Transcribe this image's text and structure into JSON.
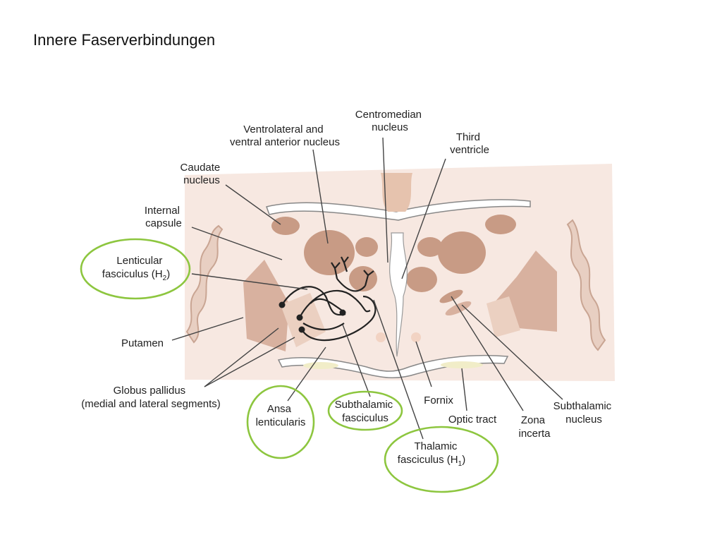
{
  "title": "Innere Faserverbindungen",
  "colors": {
    "tissue_light": "#f7e8e1",
    "tissue_mid": "#e6c3ae",
    "tissue_dark": "#c89b85",
    "ventricle": "#ffffff",
    "optic": "#f1edc8",
    "highlight": "#8dc63f",
    "line": "#333333"
  },
  "labels": {
    "ventrolateral": [
      "Ventrolateral and",
      "ventral anterior nucleus"
    ],
    "centromedian": [
      "Centromedian",
      "nucleus"
    ],
    "third_ventricle": [
      "Third",
      "ventricle"
    ],
    "caudate": [
      "Caudate",
      "nucleus"
    ],
    "internal_capsule": [
      "Internal",
      "capsule"
    ],
    "lenticular_fasciculus": [
      "Lenticular",
      "fasciculus (H",
      "2",
      ")"
    ],
    "putamen": "Putamen",
    "globus_pallidus": [
      "Globus pallidus",
      "(medial and lateral segments)"
    ],
    "ansa": [
      "Ansa",
      "lenticularis"
    ],
    "subthalamic_fasciculus": [
      "Subthalamic",
      "fasciculus"
    ],
    "fornix": "Fornix",
    "optic_tract": "Optic tract",
    "zona_incerta": [
      "Zona",
      "incerta"
    ],
    "subthalamic_nucleus": [
      "Subthalamic",
      "nucleus"
    ],
    "thalamic_fasciculus": [
      "Thalamic",
      "fasciculus (H",
      "1",
      ")"
    ]
  }
}
